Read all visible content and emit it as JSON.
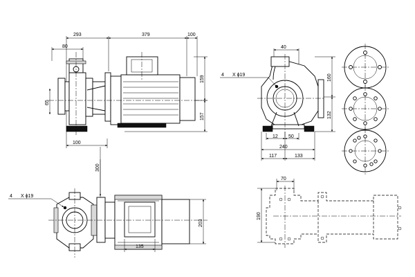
{
  "dimensions": {
    "side_top_left": "293",
    "side_top_mid": "379",
    "side_top_right": "100",
    "side_flange_width": "80",
    "side_flange_dia": "65",
    "side_bottom": "100",
    "side_right_upper": "159",
    "side_right_lower": "157",
    "front_top": "40",
    "front_right_upper": "160",
    "front_right_lower": "132",
    "front_bottom_12": "12",
    "front_bottom_50": "50",
    "front_bottom_240": "240",
    "front_bottom_117": "117",
    "front_bottom_133": "133",
    "front_holes": "4",
    "front_hole_dia": "X ϕ19",
    "plan_vertical": "300",
    "plan_holes": "4",
    "plan_hole_dia": "X ϕ19",
    "plan_height": "203",
    "plan_bottom": "135",
    "base_top": "70",
    "base_left": "190"
  }
}
